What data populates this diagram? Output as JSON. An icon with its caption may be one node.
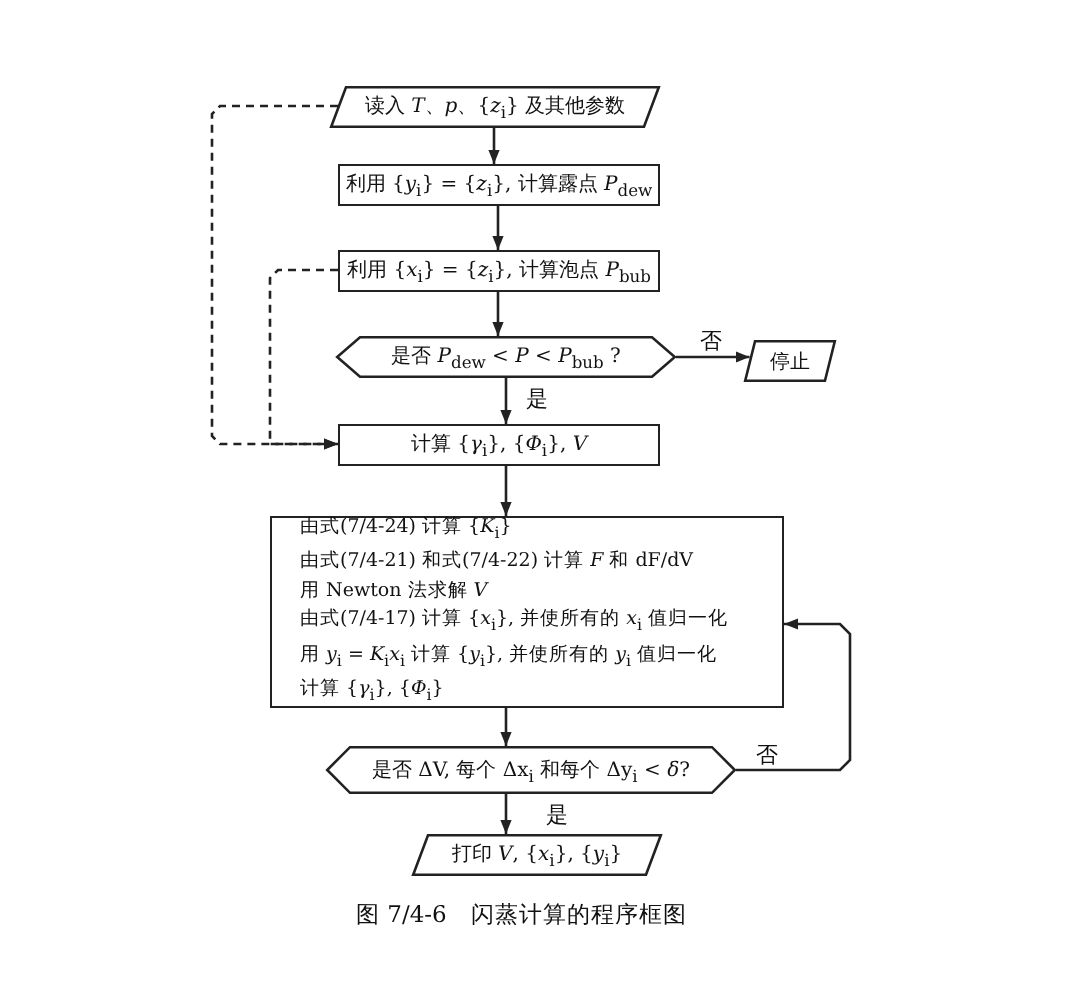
{
  "diagram": {
    "caption": "图 7/4-6　闪蒸计算的程序框图",
    "nodes": [
      {
        "text": [
          "读入 *T*、*p*、{*z*$_{i}$} 及其他参数"
        ]
      },
      {
        "text": [
          "利用 {*y*$_{i}$} = {*z*$_{i}$}, 计算露点 *P*$_{dew}$"
        ]
      },
      {
        "text": [
          "利用 {*x*$_{i}$} = {*z*$_{i}$}, 计算泡点 *P*$_{bub}$"
        ]
      },
      {
        "text": [
          "是否 *P*$_{dew}$ < *P* < *P*$_{bub}$ ?"
        ]
      },
      {
        "text": [
          "停止"
        ]
      },
      {
        "text": [
          "计算 {*γ*$_{i}$}, {*Φ*$_{i}$}, *V*"
        ]
      },
      {
        "text": [
          "由式(7/4-24) 计算 {*K*$_{i}$}",
          "由式(7/4-21) 和式(7/4-22) 计算 *F* 和 dF/dV",
          "用 Newton 法求解 *V*",
          "由式(7/4-17) 计算 {*x*$_{i}$}, 并使所有的 *x*$_{i}$ 值归一化",
          "用 *y*$_{i}$ = *K*$_{i}$*x*$_{i}$ 计算 {*y*$_{i}$}, 并使所有的 *y*$_{i}$ 值归一化",
          "计算 {*γ*$_{i}$}, {*Φ*$_{i}$}"
        ]
      },
      {
        "text": [
          "是否 ΔV, 每个 Δx$_{i}$ 和每个 Δy$_{i}$ < *δ*?"
        ]
      },
      {
        "text": [
          "打印 *V*, {*x*$_{i}$}, {*y*$_{i}$}"
        ]
      }
    ],
    "edges": [
      {
        "from": 0,
        "to": 1,
        "arrow": "to"
      },
      {
        "from": 1,
        "to": 2,
        "arrow": "to"
      },
      {
        "from": 2,
        "to": 3,
        "arrow": "to"
      },
      {
        "from": 3,
        "to": 4,
        "arrow": "to",
        "label": "否"
      },
      {
        "from": 3,
        "to": 5,
        "arrow": "to",
        "label": "是"
      },
      {
        "from": 5,
        "to": 6,
        "arrow": "to"
      },
      {
        "from": 6,
        "to": 7,
        "arrow": "to"
      },
      {
        "from": 7,
        "to": 6,
        "arrow": "to",
        "label": "否"
      },
      {
        "from": 7,
        "to": 8,
        "arrow": "to",
        "label": "是"
      },
      {
        "from": 0,
        "to": 5,
        "arrow": "to",
        "style": "dashed"
      },
      {
        "from": 2,
        "to": 5,
        "arrow": "to",
        "style": "dashed"
      }
    ]
  }
}
